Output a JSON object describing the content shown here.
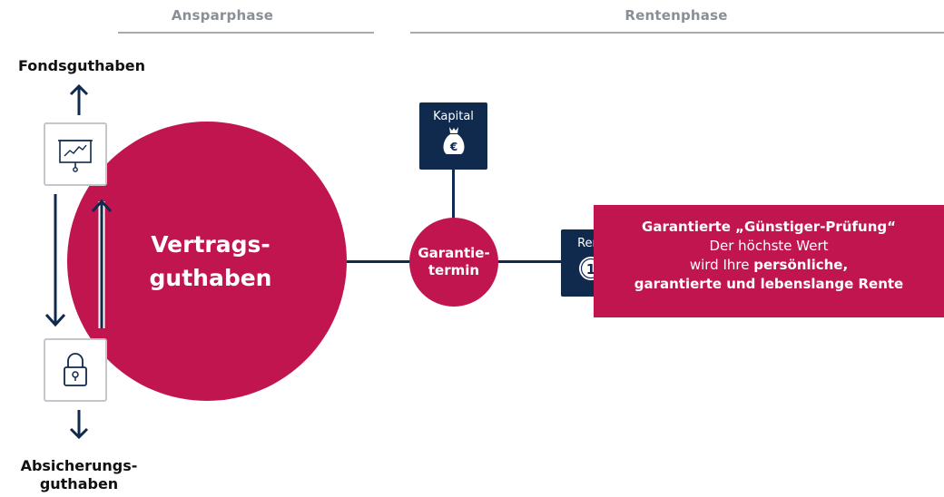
{
  "phases": {
    "ansparphase": "Ansparphase",
    "rentenphase": "Rentenphase"
  },
  "left": {
    "fondsguthaben": "Fondsguthaben",
    "absicherung_line1": "Absicherungs-",
    "absicherung_line2": "guthaben"
  },
  "main_circle": {
    "line1": "Vertrags-",
    "line2": "guthaben"
  },
  "small_circle": {
    "line1": "Garantie-",
    "line2": "termin"
  },
  "kapital_box": {
    "label": "Kapital",
    "icon": "money-bag-euro-icon"
  },
  "rente_box": {
    "label": "Rente",
    "icon": "coins-icon"
  },
  "guarantee_box": {
    "title": "Garantierte „Günstiger-Prüfung“",
    "line2": "Der höchste Wert",
    "line3_prefix": "wird Ihre ",
    "line3_bold": "persönliche,",
    "line4": "garantierte und lebenslange Rente"
  },
  "colors": {
    "accent": "#c0154f",
    "navy": "#0f2a4d",
    "grey": "#a7abb0"
  }
}
